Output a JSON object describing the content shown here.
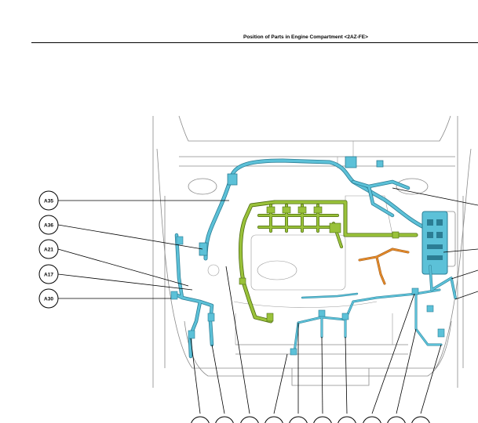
{
  "header": {
    "title": "Position of Parts in Engine Compartment <2AZ-FE>"
  },
  "colors": {
    "harness_blue": "#5cc1d8",
    "harness_blue_dark": "#2b7d94",
    "harness_green": "#9ac23a",
    "harness_green_dark": "#4d6b12",
    "harness_orange": "#e48a2a",
    "outline": "#8a8a8a"
  },
  "callouts_left": [
    {
      "label": "A35"
    },
    {
      "label": "A36"
    },
    {
      "label": "A21"
    },
    {
      "label": "A17"
    },
    {
      "label": "A30"
    }
  ],
  "callouts_bottom_count": 10
}
